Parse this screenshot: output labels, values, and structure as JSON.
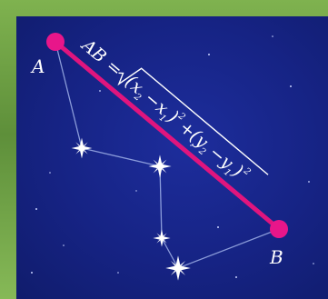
{
  "points": {
    "a_label": "A",
    "b_label": "B"
  },
  "formula": {
    "lhs": "AB",
    "equals": "=",
    "open1": "(",
    "x2": "x",
    "x2_sub": "2",
    "minus1": "−",
    "x1": "x",
    "x1_sub": "1",
    "close1": ")",
    "pow1": "2",
    "plus": "+",
    "open2": "(",
    "y2": "y",
    "y2_sub": "2",
    "minus2": "−",
    "y1": "y",
    "y1_sub": "1",
    "close2": ")",
    "pow2": "2"
  },
  "colors": {
    "sky": "#162384",
    "segment": "#e0157e",
    "endpoint": "#e8168a",
    "constellation_line": "#9fb0e8",
    "star": "#ffffff",
    "frame": "#6fa245"
  }
}
